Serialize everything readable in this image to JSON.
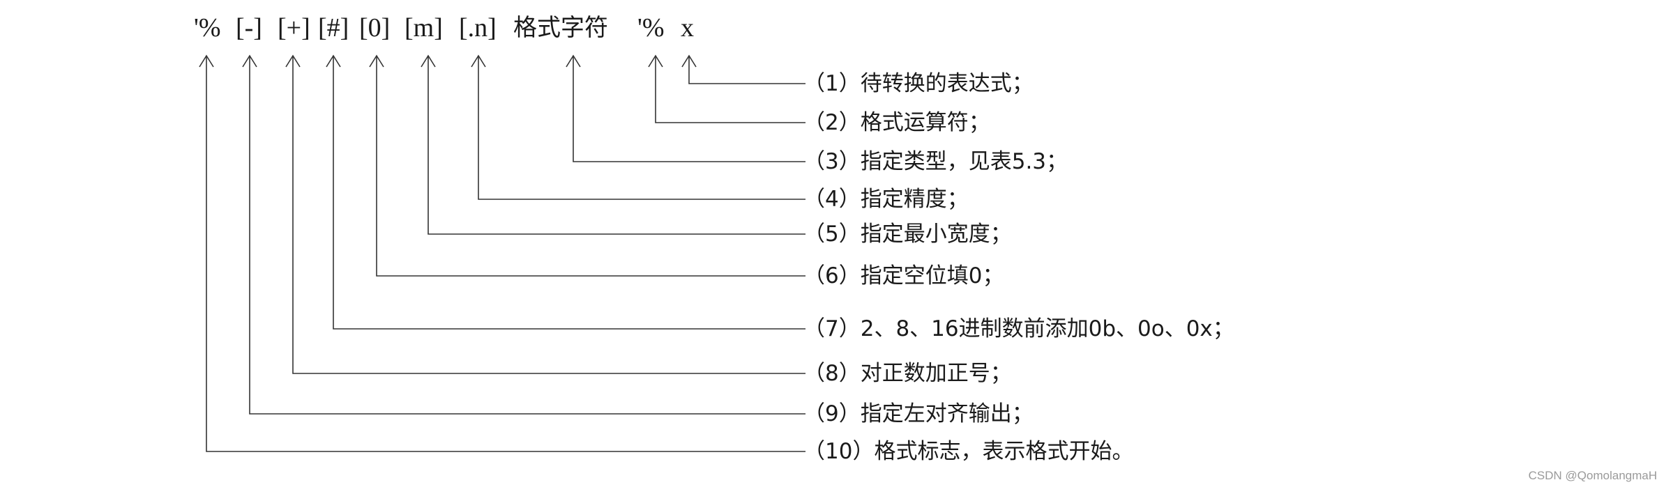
{
  "format_tokens": [
    {
      "id": "t-percent",
      "text": "'%"
    },
    {
      "id": "t-minus",
      "text": "[-]"
    },
    {
      "id": "t-plus",
      "text": "[+]"
    },
    {
      "id": "t-hash",
      "text": "[#]"
    },
    {
      "id": "t-zero",
      "text": "[0]"
    },
    {
      "id": "t-m",
      "text": "[m]"
    },
    {
      "id": "t-n",
      "text": "[.n]"
    },
    {
      "id": "t-type",
      "text": "格式字符"
    },
    {
      "id": "t-op",
      "text": "'%"
    },
    {
      "id": "t-x",
      "text": "x"
    }
  ],
  "descriptions": [
    {
      "id": "d1",
      "text": "（1）待转换的表达式；",
      "target": "t-x"
    },
    {
      "id": "d2",
      "text": "（2）格式运算符；",
      "target": "t-op"
    },
    {
      "id": "d3",
      "text": "（3）指定类型，见表5.3；",
      "target": "t-type"
    },
    {
      "id": "d4",
      "text": "（4）指定精度；",
      "target": "t-n"
    },
    {
      "id": "d5",
      "text": "（5）指定最小宽度；",
      "target": "t-m"
    },
    {
      "id": "d6",
      "text": "（6）指定空位填0；",
      "target": "t-zero"
    },
    {
      "id": "d7",
      "text": "（7）2、8、16进制数前添加0b、0o、0x；",
      "target": "t-hash"
    },
    {
      "id": "d8",
      "text": "（8）对正数加正号；",
      "target": "t-plus"
    },
    {
      "id": "d9",
      "text": "（9）指定左对齐输出；",
      "target": "t-minus"
    },
    {
      "id": "d10",
      "text": "（10）格式标志，表示格式开始。",
      "target": "t-percent"
    }
  ],
  "watermark": "CSDN @QomolangmaH"
}
